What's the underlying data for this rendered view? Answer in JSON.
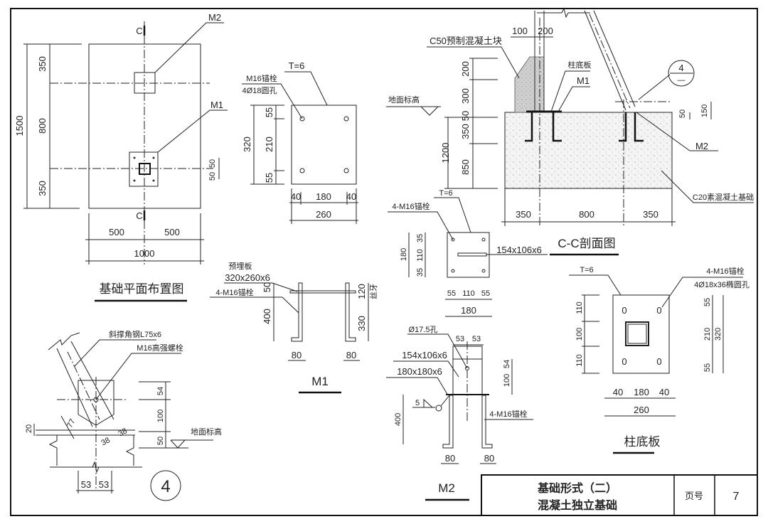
{
  "plan": {
    "title": "基础平面布置图",
    "section_mark": "C",
    "m2_label": "M2",
    "m1_label": "M1",
    "dims_left": [
      "350",
      "800",
      "350"
    ],
    "dim_total": "1500",
    "dims_bottom": [
      "500",
      "500"
    ],
    "dim_bottom_total": "1000",
    "dims_right": [
      "50",
      "50"
    ]
  },
  "m1": {
    "title": "M1",
    "thickness": "T=6",
    "bolt_note": "M16锚栓",
    "hole_note": "4Ø18圆孔",
    "dims_left": [
      "55",
      "210",
      "55"
    ],
    "dim_left_total": "320",
    "dims_bottom": [
      "40",
      "180",
      "40"
    ],
    "dim_bottom_total": "260",
    "embed_plate_label": "预埋板",
    "embed_plate_size": "320x260x6",
    "anchor_label": "4-M16锚栓",
    "elev_dims_left": [
      "50",
      "400"
    ],
    "elev_dims_right": [
      "120",
      "330"
    ],
    "thread_note": "丝牙",
    "hook_dims": [
      "80",
      "80"
    ]
  },
  "section": {
    "title": "C-C剖面图",
    "precast_label": "C50预制混凝土块",
    "base_plate_label": "柱底板",
    "m1_label": "M1",
    "m2_label": "M2",
    "ground_label": "地面标高",
    "foundation_label": "C20素混凝土基础",
    "detail_ref": "4",
    "detail_ref_sub": "—",
    "dims_top": [
      "100",
      "200"
    ],
    "dims_left": [
      "200",
      "300",
      "50",
      "350",
      "850"
    ],
    "dim_left_total": "1200",
    "dims_right": [
      "50",
      "150"
    ],
    "dims_bottom": [
      "350",
      "800",
      "350"
    ]
  },
  "m2": {
    "title": "M2",
    "thickness": "T=6",
    "anchor_label": "4-M16锚栓",
    "plate_size": "154x106x6",
    "dims_left": [
      "35",
      "110",
      "35"
    ],
    "dim_left_total": "180",
    "dims_bottom": [
      "55",
      "110",
      "55"
    ],
    "dim_bottom_total": "180",
    "hole_label": "Ø17.5孔",
    "dims_top": [
      "53",
      "53"
    ],
    "gusset_size": "154x106x6",
    "base_size": "180x180x6",
    "weld_size": "5",
    "dim_400": "400",
    "dims_right": [
      "54",
      "100"
    ],
    "elev_anchor_label": "4-M16锚栓",
    "hook_dims": [
      "80",
      "80"
    ]
  },
  "base_plate": {
    "title": "柱底板",
    "thickness": "T=6",
    "anchor_label": "4-M16锚栓",
    "hole_label": "4Ø18x36椭圆孔",
    "hole_glyph": "0",
    "dims_left": [
      "110",
      "100",
      "110"
    ],
    "dims_right": [
      "55",
      "210",
      "55"
    ],
    "dim_right_total": "320",
    "dims_bottom": [
      "40",
      "180",
      "40"
    ],
    "dim_bottom_total": "260"
  },
  "detail4": {
    "ref": "4",
    "angle_label": "斜撑角钢L75x6",
    "bolt_label": "M16高强螺栓",
    "ground_label": "地面标高",
    "dims_right": [
      "54",
      "100",
      "50"
    ],
    "dim_20": "20",
    "dim_77": "77",
    "dims_38": [
      "38",
      "38"
    ],
    "dims_bottom": [
      "53",
      "53"
    ]
  },
  "title_block": {
    "title_line1": "基础形式（二）",
    "title_line2": "混凝土独立基础",
    "page_label": "页号",
    "page_number": "7"
  }
}
